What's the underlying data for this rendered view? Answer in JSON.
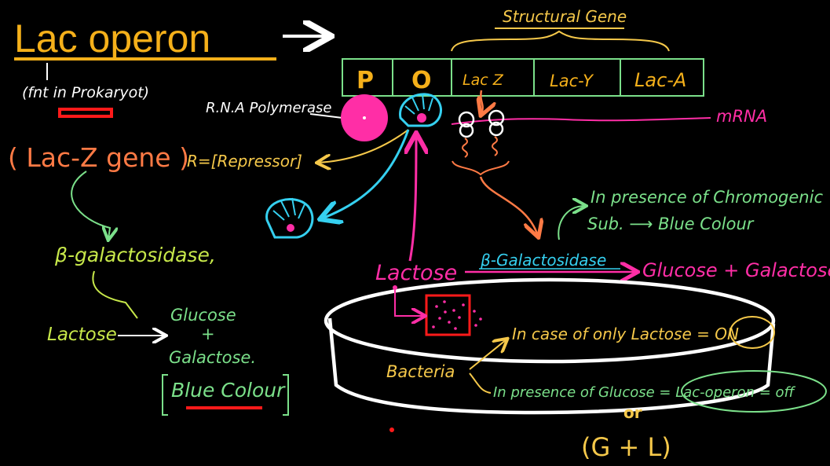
{
  "title": "Lac operon",
  "note_prokaryote": "(fnt in Prokaryot)",
  "gene_name": "( Lac-Z gene )",
  "enzyme": "β-galactosidase,",
  "reaction": {
    "substrate": "Lactose",
    "product_1": "Glucose",
    "plus": "+",
    "product_2": "Galactose.",
    "colour": "Blue Colour"
  },
  "operon": {
    "group_label": "Structural Gene",
    "boxes": [
      "P",
      "O",
      "Lac Z",
      "Lac-Y",
      "Lac-A"
    ]
  },
  "rna_polymerase": "R.N.A Polymerase",
  "repressor": "R=[Repressor]",
  "mrna": "mRNA",
  "main_reaction": {
    "lactose": "Lactose",
    "enzyme": "β-Galactosidase",
    "products": "Glucose + Galactose"
  },
  "chromogenic": {
    "line1": "In presence of Chromogenic",
    "line2": "Sub. ⟶ Blue Colour"
  },
  "bacteria": "Bacteria",
  "case_lactose": "In case of only Lactose = ON",
  "case_glucose": "In presence of Glucose = Lac-operon = off",
  "or_label": "or",
  "g_plus_l": "(G + L)",
  "colors": {
    "title": "#f5b01a",
    "white": "#ffffff",
    "green": "#7be08a",
    "yellow_green": "#c7e84a",
    "orange": "#ff7a45",
    "pink": "#ff2ea6",
    "cyan": "#35d0f0",
    "red": "#ff1a1a",
    "gold": "#f5c84a"
  }
}
